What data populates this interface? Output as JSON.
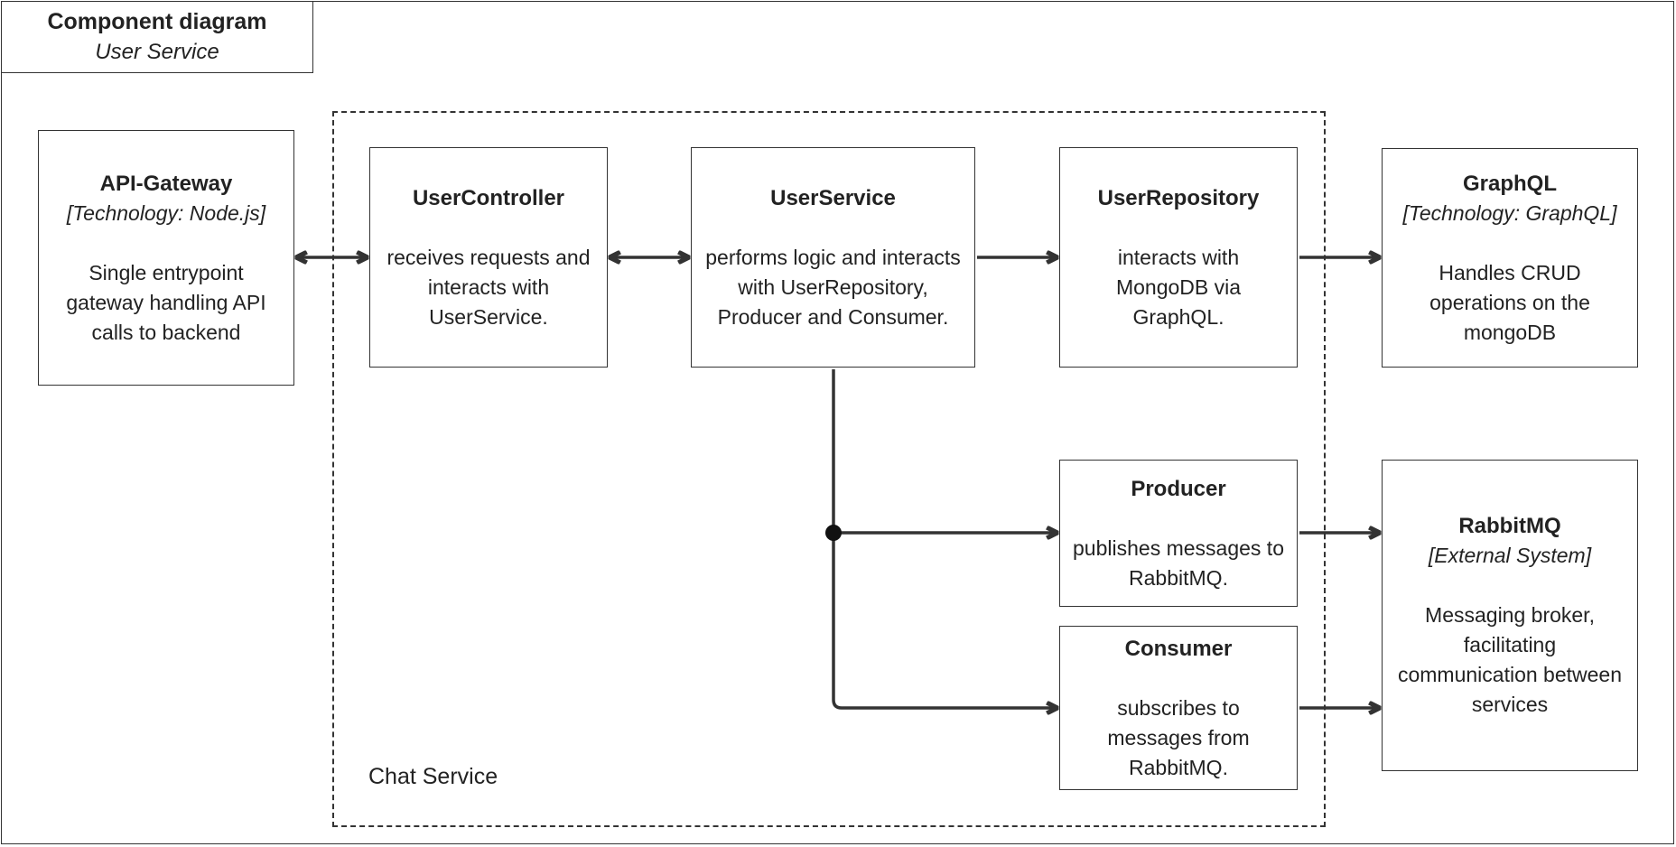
{
  "header": {
    "title": "Component diagram",
    "subtitle": "User Service"
  },
  "boundary": {
    "label": "Chat Service"
  },
  "nodes": {
    "api_gateway": {
      "name": "API-Gateway",
      "technology": "[Technology: Node.js]",
      "description": "Single entrypoint gateway handling API calls to backend"
    },
    "user_controller": {
      "name": "UserController",
      "description": "receives requests and interacts with UserService."
    },
    "user_service": {
      "name": "UserService",
      "description": "performs logic and interacts with UserRepository, Producer and Consumer."
    },
    "user_repository": {
      "name": "UserRepository",
      "description": "interacts with MongoDB via GraphQL."
    },
    "graphql": {
      "name": "GraphQL",
      "technology": "[Technology: GraphQL]",
      "description": "Handles CRUD operations on the mongoDB"
    },
    "producer": {
      "name": "Producer",
      "description": "publishes messages to RabbitMQ."
    },
    "consumer": {
      "name": "Consumer",
      "description": "subscribes to messages from RabbitMQ."
    },
    "rabbitmq": {
      "name": "RabbitMQ",
      "technology": "[External System]",
      "description": "Messaging broker, facilitating communication between services"
    }
  },
  "connections": [
    {
      "from": "API-Gateway",
      "to": "UserController",
      "direction": "both"
    },
    {
      "from": "UserController",
      "to": "UserService",
      "direction": "both"
    },
    {
      "from": "UserService",
      "to": "UserRepository",
      "direction": "forward"
    },
    {
      "from": "UserRepository",
      "to": "GraphQL",
      "direction": "forward"
    },
    {
      "from": "UserService",
      "to": "Producer",
      "direction": "forward"
    },
    {
      "from": "UserService",
      "to": "Consumer",
      "direction": "forward"
    },
    {
      "from": "Producer",
      "to": "RabbitMQ",
      "direction": "forward"
    },
    {
      "from": "Consumer",
      "to": "RabbitMQ",
      "direction": "forward"
    }
  ],
  "colors": {
    "line": "#333333",
    "background": "#ffffff"
  }
}
